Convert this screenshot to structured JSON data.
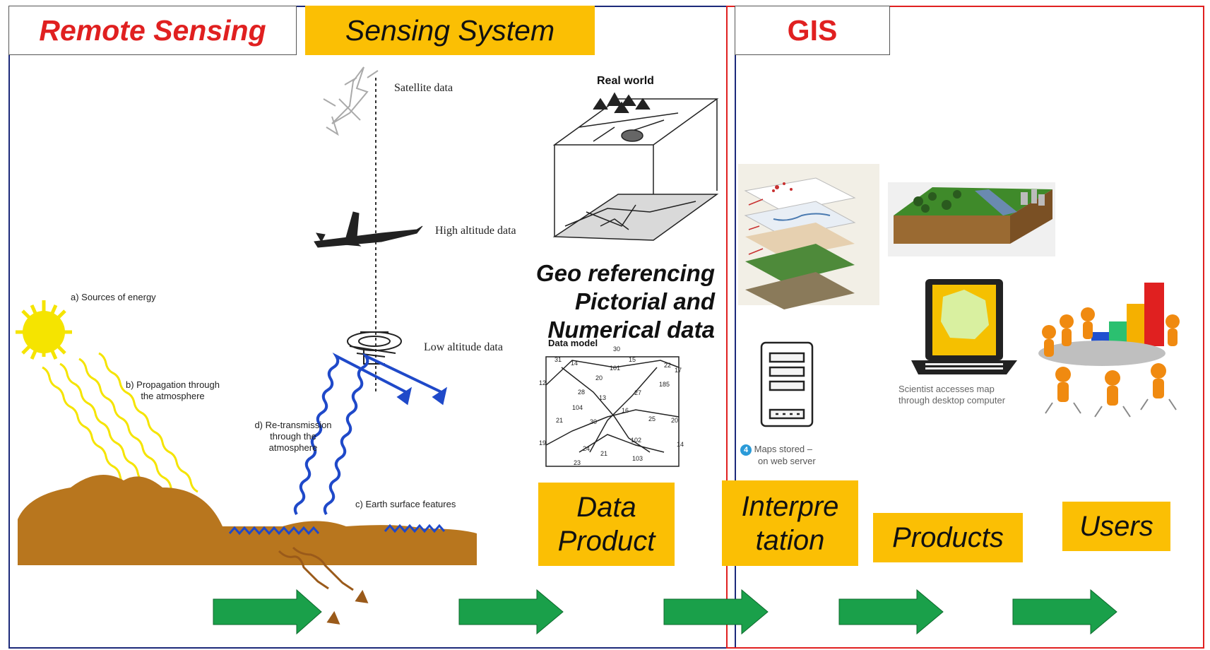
{
  "headers": {
    "remote_sensing": "Remote Sensing",
    "sensing_system": "Sensing System",
    "gis": "GIS"
  },
  "sensing_levels": {
    "satellite": "Satellite data",
    "high_altitude": "High altitude data",
    "low_altitude": "Low altitude data"
  },
  "energy_labels": {
    "a": "a) Sources of energy",
    "b_line1": "b) Propagation through",
    "b_line2": "the atmosphere",
    "d_line1": "d) Re-transmission",
    "d_line2": "through the",
    "d_line3": "atmosphere",
    "c": "c) Earth surface features"
  },
  "geo_text": {
    "line1": "Geo referencing",
    "line2": "Pictorial and",
    "line3": "Numerical data"
  },
  "diagram_labels": {
    "real_world": "Real world",
    "data_model": "Data model"
  },
  "gis_captions": {
    "server_number": "4",
    "server_line1": "Maps stored",
    "server_line2": "on web server",
    "scientist_line1": "Scientist accesses map",
    "scientist_line2": "through desktop computer"
  },
  "stages": {
    "data_product_line1": "Data",
    "data_product_line2": "Product",
    "interpretation_line1": "Interpre",
    "interpretation_line2": "tation",
    "products": "Products",
    "users": "Users"
  },
  "colors": {
    "remote_sensing_border": "#1c2a7a",
    "gis_border": "#e02020",
    "header_text_red": "#e02020",
    "stage_yellow": "#fbbf04",
    "arrow_green": "#1aa04a",
    "earth_brown": "#b8761e",
    "wave_blue": "#1f49c9",
    "sun_yellow": "#f5e400"
  }
}
